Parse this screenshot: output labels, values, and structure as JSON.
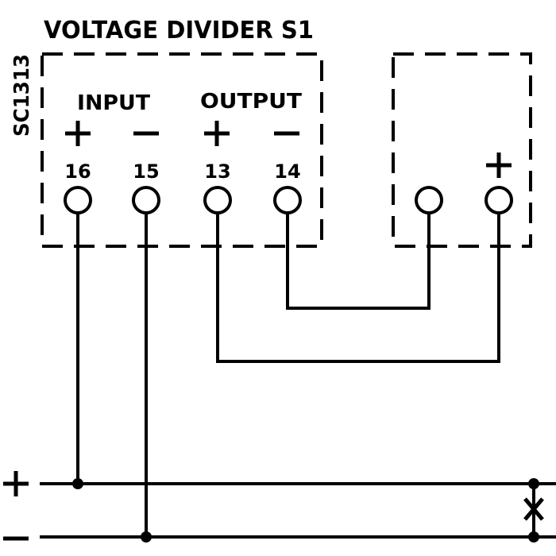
{
  "title": "VOLTAGE DIVIDER S1",
  "side_label": "SC1313",
  "groups": {
    "input": "INPUT",
    "output": "OUTPUT"
  },
  "terminals": {
    "t16": "16",
    "t15": "15",
    "t13": "13",
    "t14": "14"
  },
  "polarity": {
    "plus": "+",
    "minus": "−"
  }
}
